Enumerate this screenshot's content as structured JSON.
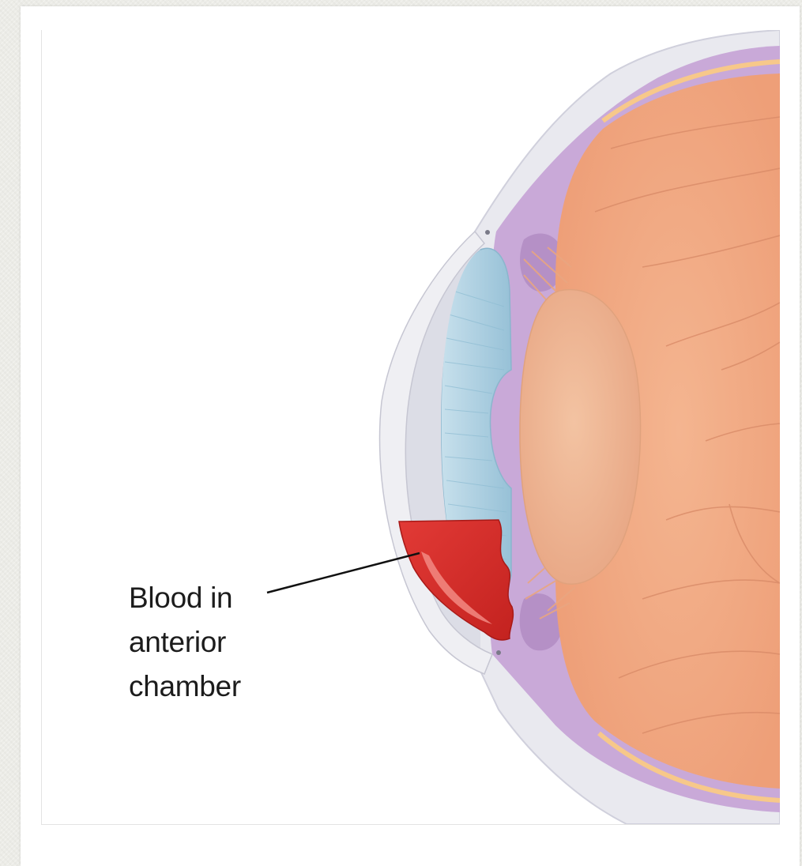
{
  "annotation": {
    "lines": [
      "Blood in",
      "anterior",
      "chamber"
    ]
  },
  "colors": {
    "background": "#ecece7",
    "panel": "#ffffff",
    "sclera_outer": "#dcdce6",
    "choroid": "#c8a8d8",
    "retina": "#f2a780",
    "lens": "#edb38e",
    "iris": "#a9cfe0",
    "cornea": "#e6e6ec",
    "blood": "#d42f2f"
  },
  "icons": [
    "eye-cross-section-illustration"
  ]
}
